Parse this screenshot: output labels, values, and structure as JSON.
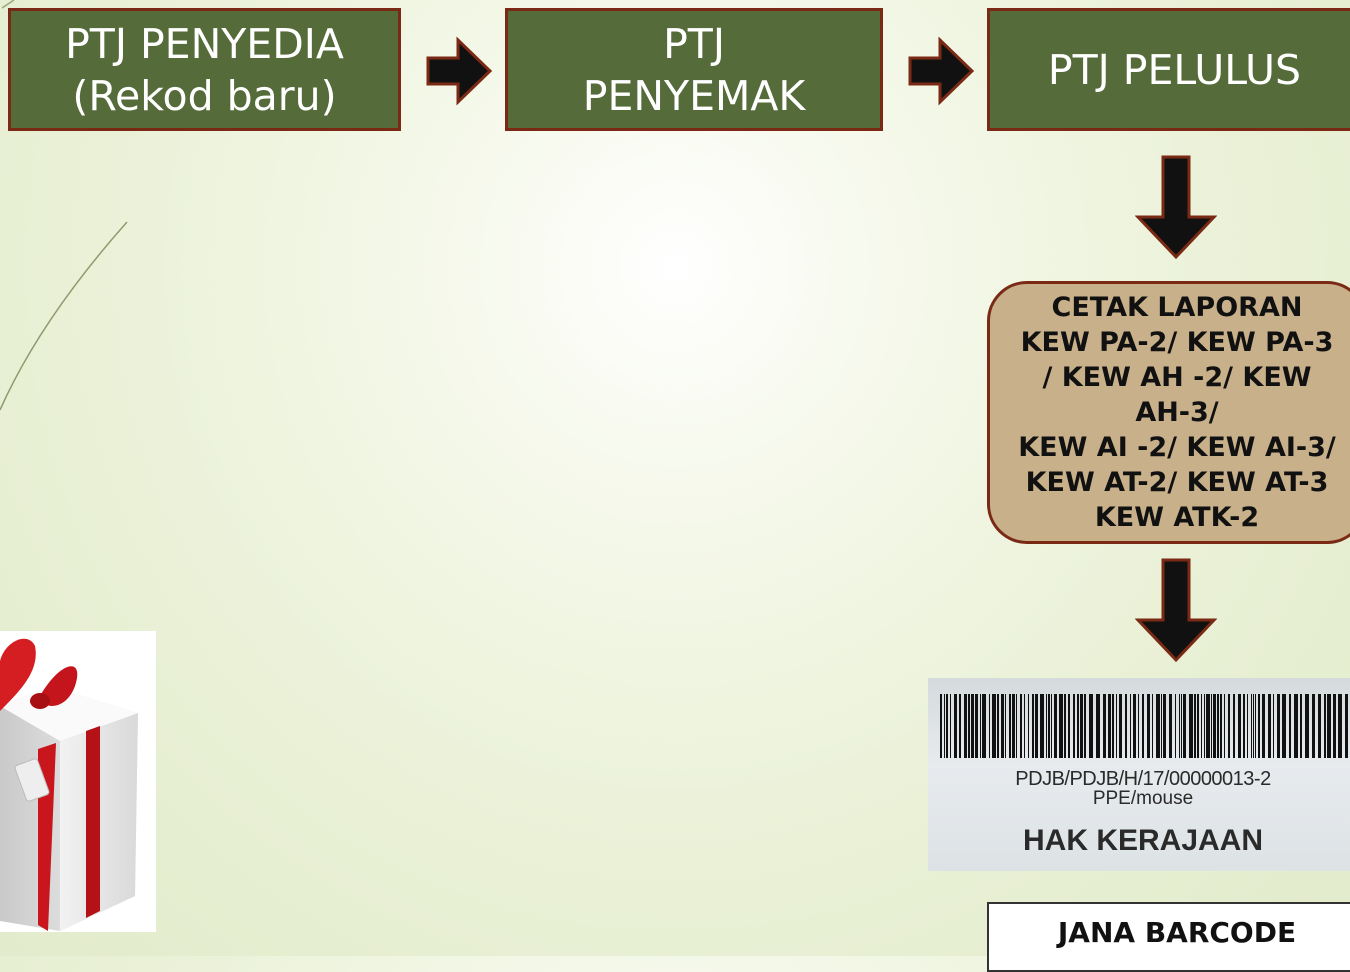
{
  "flow": {
    "step1": "PTJ PENYEDIA\n(Rekod baru)",
    "step2": "PTJ\nPENYEMAK",
    "step3": "PTJ PELULUS",
    "report": "CETAK LAPORAN\nKEW PA-2/ KEW PA-3\n/ KEW AH -2/ KEW\nAH-3/\nKEW AI -2/ KEW AI-3/\nKEW AT-2/ KEW AT-3\nKEW ATK-2",
    "final": "JANA BARCODE"
  },
  "barcode_label": {
    "code": "PDJB/PDJB/H/17/00000013-2",
    "subtitle": "PPE/mouse",
    "owner": "HAK KERAJAAN"
  },
  "colors": {
    "box_fill": "#556b39",
    "box_border": "#7a2a14",
    "report_fill": "#c8b08a",
    "arrow": "#111111"
  },
  "icons": [
    "arrow-right-icon",
    "arrow-down-icon",
    "gift-box-image",
    "barcode-image"
  ]
}
